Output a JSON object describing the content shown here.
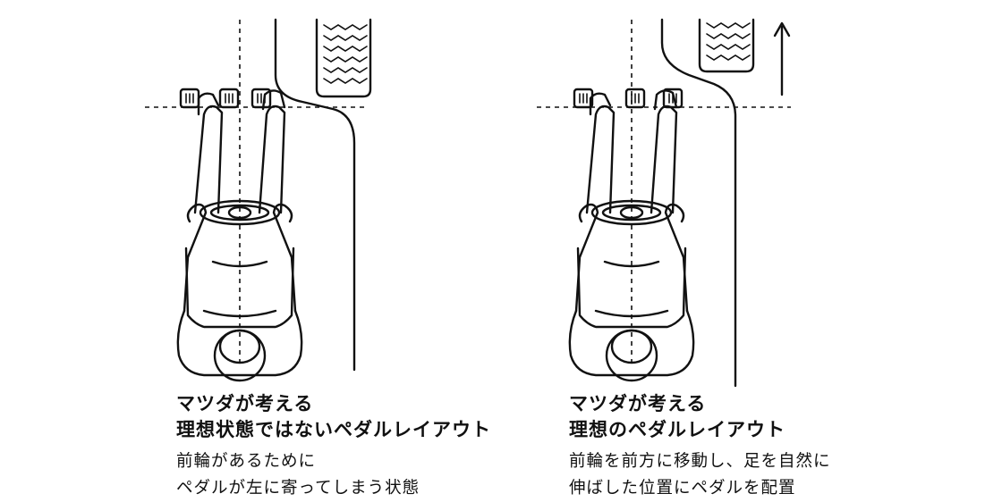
{
  "left_panel": {
    "title_line1": "マツダが考える",
    "title_line2": "理想状態ではないペダルレイアウト",
    "body_line1": "前輪があるために",
    "body_line2": "ペダルが左に寄ってしまう状態"
  },
  "right_panel": {
    "title_line1": "マツダが考える",
    "title_line2": "理想のペダルレイアウト",
    "body_line1": "前輪を前方に移動し、足を自然に",
    "body_line2": "伸ばした位置にペダルを配置"
  },
  "icons": {
    "arrow": "up-arrow-icon",
    "tire": "tire-tread-icon",
    "pedal": "pedal-icon",
    "driver": "driver-figure-icon"
  },
  "colors": {
    "ink": "#111111",
    "background": "#ffffff"
  }
}
